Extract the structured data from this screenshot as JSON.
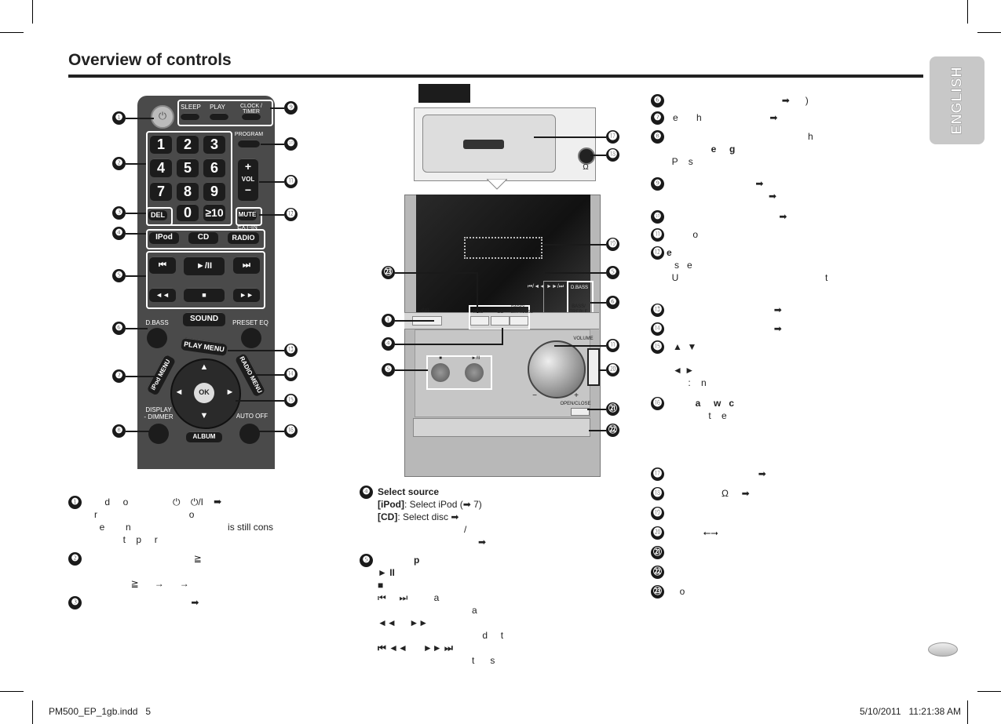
{
  "page": {
    "title": "Overview of controls",
    "language_tab": "ENGLISH"
  },
  "footer": {
    "file": "PM500_EP_1gb.indd   5",
    "date": "5/10/2011   11:21:38 AM"
  },
  "callouts": {
    "n1": "❶",
    "n2": "❷",
    "n3": "❸",
    "n4": "❹",
    "n5": "❺",
    "n6": "❻",
    "n7": "❼",
    "n8": "❽",
    "n9": "❾",
    "n10": "❿",
    "n11": "⓫",
    "n12": "⓬",
    "n13": "⓭",
    "n14": "⓮",
    "n15": "⓯",
    "n16": "⓰",
    "n17": "⓱",
    "n18": "⓲",
    "n19": "⓳",
    "n20": "⓴",
    "n21": "㉑",
    "n22": "㉒",
    "n23": "㉓"
  },
  "remote": {
    "sleep": "SLEEP",
    "play": "PLAY",
    "clock_timer": "CLOCK / TIMER",
    "program": "PROGRAM",
    "digits": [
      "1",
      "2",
      "3",
      "4",
      "5",
      "6",
      "7",
      "8",
      "9",
      "0",
      "≥10"
    ],
    "vol": "VOL",
    "vol_plus": "+",
    "vol_minus": "−",
    "del": "DEL",
    "mute": "MUTE",
    "ext_in": "EXT-IN",
    "ipod": "IPod",
    "cd": "CD",
    "radio": "RADIO",
    "skip_prev": "⏮",
    "play_pause": "►/II",
    "skip_next": "⏭",
    "rewind": "◄◄",
    "stop": "■",
    "forward": "►►",
    "dbass": "D.BASS",
    "sound": "SOUND",
    "preset_eq": "PRESET EQ",
    "play_menu": "PLAY MENU",
    "ipod_menu": "iPod MENU",
    "radio_menu": "RADIO MENU",
    "ok": "OK",
    "up": "▲",
    "down": "▼",
    "left": "◄",
    "right": "►",
    "display_dimmer": "DISPLAY\n- DIMMER",
    "auto_off": "AUTO OFF",
    "album": "ALBUM"
  },
  "unit": {
    "power": "⏻/I",
    "source_labels": [
      "iPod",
      "CD",
      "RADIO/\nEXT-IN/USB"
    ],
    "dbass": "D.BASS",
    "bass_treble": "BASS/\nTREBLE",
    "volume": "VOLUME",
    "vol_minus": "−",
    "vol_plus": "+",
    "open_close": "OPEN/CLOSE",
    "headphone": "Ω",
    "stop": "■",
    "play_pause": "►/II",
    "skip": "⏮/◄◄  ►►/⏭"
  },
  "left_desc": [
    {
      "text": "       d     o                 ⏻    ⏻/I    ➡"
    },
    {
      "text": "   r                                   o"
    },
    {
      "text": "     e        n                                     is still cons"
    },
    {
      "text": "              t    p     r"
    },
    {
      "text": "                                         ≧"
    },
    {
      "text": ""
    },
    {
      "text": "                 ≧      →      →"
    },
    {
      "text": "                                        ➡"
    }
  ],
  "mid_desc": {
    "heading": "Select source",
    "ipod_key": "[iPod]",
    "ipod_text": ": Select iPod (➡ 7)",
    "cd_key": "[CD]",
    "cd_text": ": Select disc   ➡",
    "slash": "/",
    "arrow": "➡",
    "p_label": "p",
    "lines": [
      "► II",
      "■",
      "⏮     ⏭          a",
      "                                    a",
      "◄◄     ►►",
      "                                        d     t",
      "⏮ ◄◄      ►► ⏭",
      "                                    t      s"
    ]
  },
  "right_desc": [
    "                                            ➡      )",
    "e       h                          ➡",
    "                                                      h",
    "                 e     g",
    "  P    s",
    "",
    "                                  ➡",
    "                                       ➡",
    "                                           ➡",
    "          o",
    "e",
    "   s   e",
    "  U                                                        t",
    "",
    "                                         ➡",
    "                                         ➡",
    "▲  ▼",
    "",
    "◄ ►",
    " :    n",
    "           a     w   c",
    "                t    e",
    "",
    "",
    "",
    "                                   ➡",
    "                     Ω     ➡",
    "",
    "              ⭠⭢",
    "",
    "",
    "     o"
  ]
}
